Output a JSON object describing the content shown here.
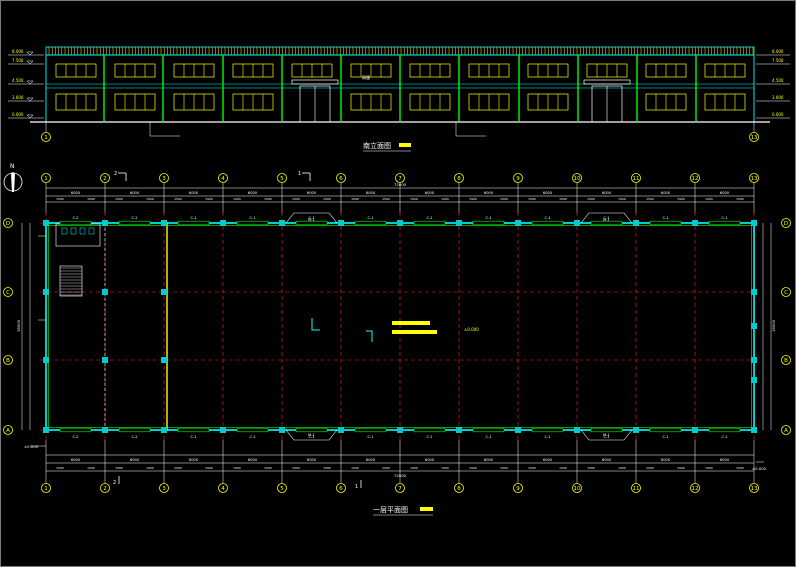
{
  "elevation": {
    "title": "南立面图",
    "level_labels": [
      "8.000",
      "7.500",
      "4.500",
      "3.600",
      "0.000"
    ],
    "level_labels_right": [
      "8.000",
      "7.500",
      "4.500",
      "3.600",
      "0.000"
    ],
    "axis_left": "1",
    "axis_right": "13",
    "entrance_label": "雨篷"
  },
  "plan": {
    "title": "一层平面图",
    "north_label": "N",
    "column_axes": [
      "1",
      "2",
      "3",
      "4",
      "5",
      "6",
      "7",
      "8",
      "9",
      "10",
      "11",
      "12",
      "13"
    ],
    "row_axes": [
      "D",
      "C",
      "B",
      "A"
    ],
    "total_length": "72000",
    "total_width": "18000",
    "bay_dim": "6000",
    "section_marks": [
      "1",
      "2"
    ],
    "level_mark": "±0.000",
    "door_labels": [
      "M-1",
      "M-2"
    ],
    "window_labels": [
      "C-1",
      "C-2"
    ],
    "center_label": "±0.000"
  },
  "colors": {
    "background": "#000000",
    "axis": "#ffff00",
    "wall": "#00ffff",
    "column": "#00cccc",
    "grid": "#ff2020",
    "dimension": "#ffffff",
    "window": "#00ff00",
    "accent": "#ffff00"
  }
}
